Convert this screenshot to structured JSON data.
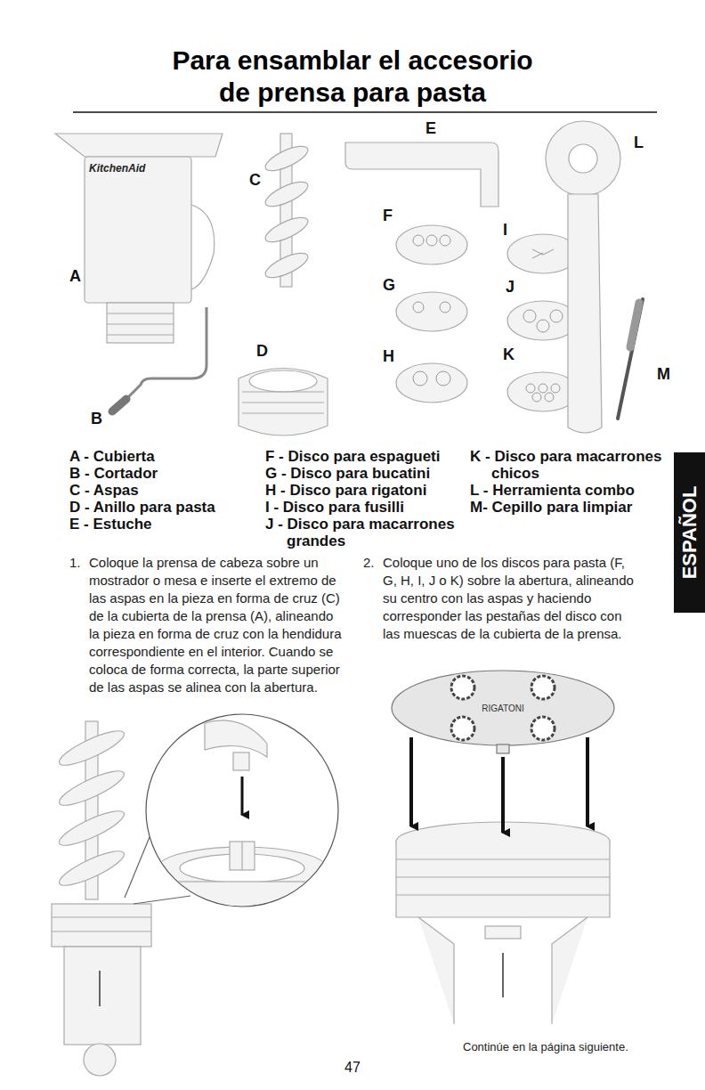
{
  "diagram": {
    "title": "Para ensamblar el accesorio de prensa para pasta",
    "nodes": [
      {
        "text": [
          "ESPAÑOL"
        ]
      }
    ],
    "labels": [
      "KitchenAid",
      "A",
      "B",
      "C",
      "D",
      "E",
      "F",
      "G",
      "H",
      "I",
      "J",
      "K",
      "L",
      "M",
      "A - Cubierta",
      "B - Cortador",
      "C - Aspas",
      "D - Anillo para pasta",
      "E - Estuche",
      "F - Disco para espagueti",
      "G - Disco para bucatini",
      "H - Disco para rigatoni",
      "I - Disco para fusilli",
      "J - Disco para macarrones grandes",
      "K - Disco para macarrones chicos",
      "L - Herramienta combo",
      "M- Cepillo para limpiar",
      "1.",
      "Coloque la prensa de cabeza sobre un mostrador o mesa e inserte el extremo de las aspas en la pieza en forma de cruz (C) de la cubierta de la prensa (A), alineando la pieza en forma de cruz con la hendidura correspondiente en el interior. Cuando se coloca de forma correcta, la parte superior de las aspas se alinea con la abertura.",
      "2.",
      "Coloque uno de los discos para pasta (F, G, H, I, J o K) sobre la abertura, alineando su centro con las aspas y haciendo corresponder las pestañas del disco con las muescas de la cubierta de la prensa.",
      "RIGATONI",
      "Continúe en la página siguiente.",
      "47"
    ]
  }
}
